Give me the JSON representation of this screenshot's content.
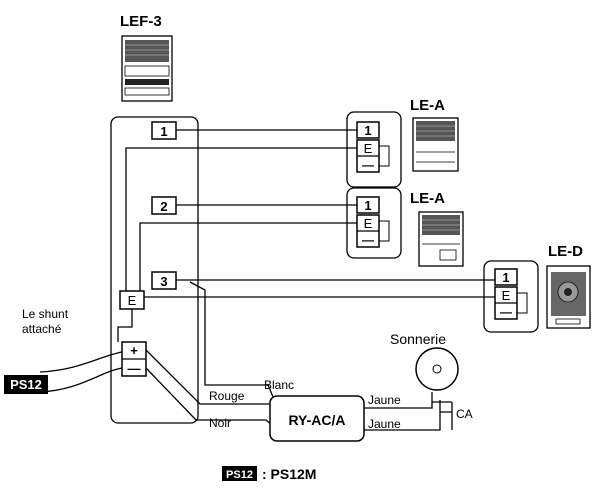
{
  "devices": {
    "master": "LEF-3",
    "station1": "LE-A",
    "station2": "LE-A",
    "station3": "LE-D"
  },
  "master_terminals": {
    "t1": "1",
    "t2": "2",
    "t3": "3",
    "e": "E",
    "plus": "+",
    "minus": "—"
  },
  "station_terminals": {
    "one": "1",
    "e": "E",
    "minus": "—"
  },
  "labels": {
    "shunt_line1": "Le shunt",
    "shunt_line2": "attaché",
    "power": "PS12",
    "sonnerie": "Sonnerie",
    "blanc": "Blanc",
    "rouge": "Rouge",
    "noir": "Noir",
    "relay": "RY-AC/A",
    "jaune_top": "Jaune",
    "jaune_bottom": "Jaune",
    "ca": "CA"
  },
  "footnote": {
    "badge": "PS12",
    "text": ": PS12M"
  }
}
